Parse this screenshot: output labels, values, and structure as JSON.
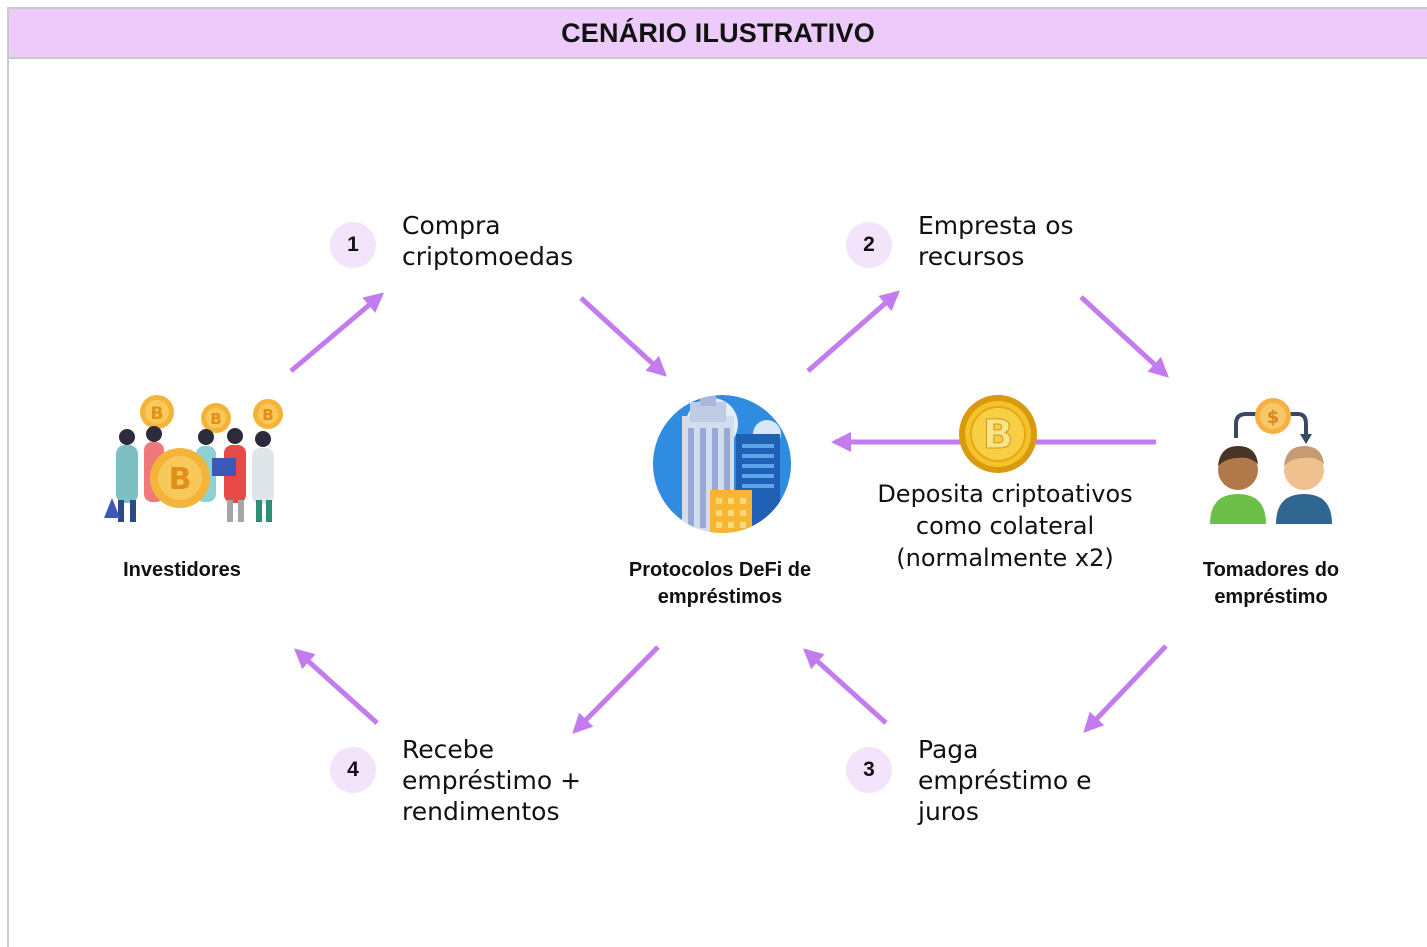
{
  "header": {
    "title": "CENÁRIO ILUSTRATIVO"
  },
  "nodes": {
    "investors": "Investidores",
    "protocol": "Protocolos DeFi de\nempréstimos",
    "borrowers": "Tomadores do\nempréstimo"
  },
  "steps": {
    "step1": {
      "number": "1",
      "text": "Compra\ncriptomoedas"
    },
    "step2": {
      "number": "2",
      "text": "Empresta os\nrecursos"
    },
    "step3": {
      "number": "3",
      "text": "Paga\nempréstimo e\njuros"
    },
    "step4": {
      "number": "4",
      "text": "Recebe\nempréstimo +\nrendimentos"
    }
  },
  "collateral": {
    "text": "Deposita criptoativos\ncomo colateral\n(normalmente x2)"
  },
  "icons": {
    "investors": "bitcoin-investors-icon",
    "protocol": "city-building-icon",
    "borrowers": "money-exchange-people-icon",
    "collateral": "bitcoin-coin-icon"
  },
  "colors": {
    "accent": "#c27cf0",
    "header_bg": "#eccbfb",
    "badge_bg": "#f3e4fb"
  }
}
